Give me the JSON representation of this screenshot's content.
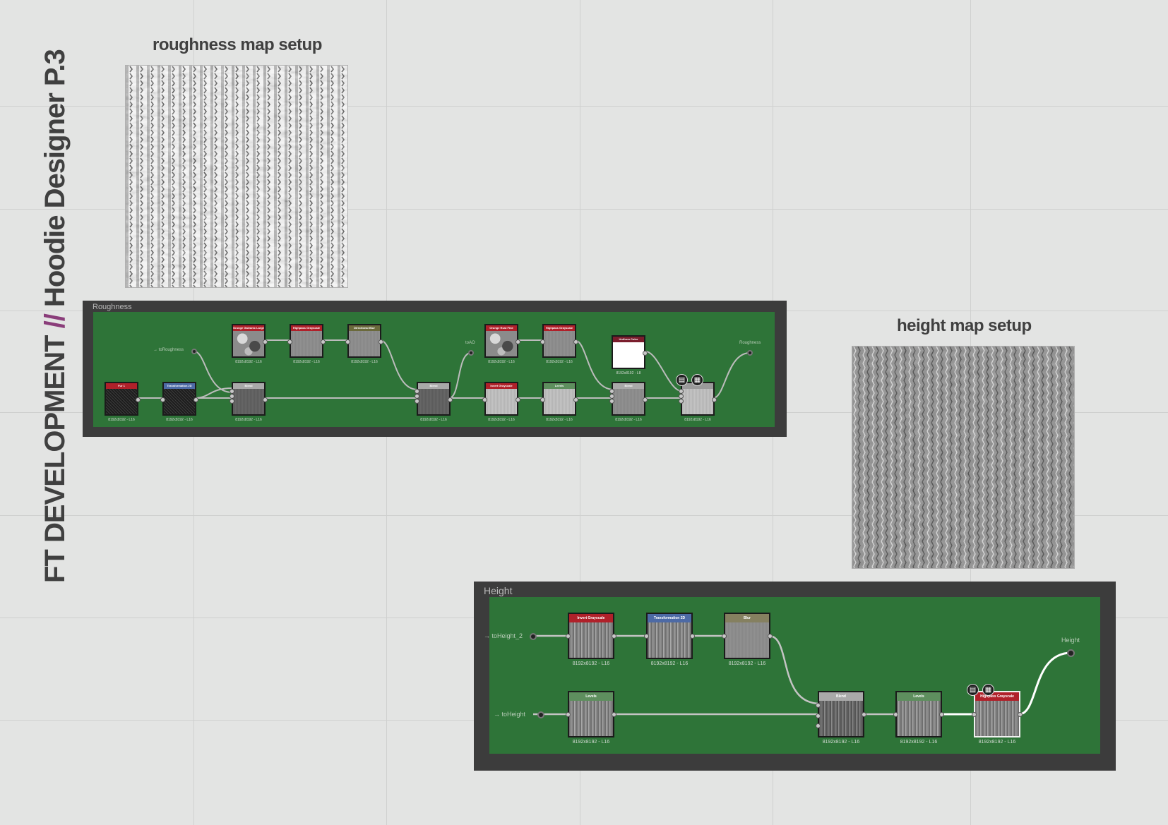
{
  "page": {
    "title_left": "FT DEVELOPMENT",
    "title_separator": "//",
    "title_right": "Hoodie Designer P.3",
    "accent_color": "#8a3d7a"
  },
  "roughness_map": {
    "label": "roughness map setup"
  },
  "height_map": {
    "label": "height map setup"
  },
  "roughness_graph": {
    "title": "Roughness",
    "input_label": "→ toRoughness",
    "ao_label": "toAO",
    "output_label": "Roughness",
    "nodes": [
      {
        "id": "fur1",
        "title": "Fur 1",
        "res": "8192x8192 - L16",
        "header_color": "#b0212a",
        "thumb": "noise_dark"
      },
      {
        "id": "transform",
        "title": "Transformation 2D",
        "res": "8192x8192 - L16",
        "header_color": "#4d6aa5",
        "thumb": "noise_dark"
      },
      {
        "id": "grunge",
        "title": "Grunge Galvanic Large",
        "res": "8192x8192 - L16",
        "header_color": "#b0212a",
        "thumb": "grunge"
      },
      {
        "id": "highpass1",
        "title": "Highpass Grayscale",
        "res": "8192x8192 - L16",
        "header_color": "#b0212a",
        "thumb": "flat_gray"
      },
      {
        "id": "directional",
        "title": "Directional Blur",
        "res": "8192x8192 - L16",
        "header_color": "#6b6a3c",
        "thumb": "flat_gray"
      },
      {
        "id": "blend1",
        "title": "Blend",
        "res": "8192x8192 - L16",
        "header_color": "#a9a9a9",
        "thumb": "flat_dark"
      },
      {
        "id": "blend2",
        "title": "Blend",
        "res": "8192x8192 - L16",
        "header_color": "#a9a9a9",
        "thumb": "flat_dark"
      },
      {
        "id": "grunge2",
        "title": "Grunge Rust Fine",
        "res": "8192x8192 - L16",
        "header_color": "#b0212a",
        "thumb": "grunge"
      },
      {
        "id": "highpass2",
        "title": "Highpass Grayscale",
        "res": "8192x8192 - L16",
        "header_color": "#b0212a",
        "thumb": "flat_gray"
      },
      {
        "id": "invert",
        "title": "Invert Grayscale",
        "res": "8192x8192 - L16",
        "header_color": "#b0212a",
        "thumb": "flat_light"
      },
      {
        "id": "levels",
        "title": "Levels",
        "res": "8192x8192 - L16",
        "header_color": "#5e8f5e",
        "thumb": "flat_light"
      },
      {
        "id": "uniform",
        "title": "Uniform Color",
        "res": "8192x8192 - L8",
        "header_color": "#7a1d2c",
        "thumb": "white"
      },
      {
        "id": "blend3",
        "title": "Blend",
        "res": "8192x8192 - L16",
        "header_color": "#a9a9a9",
        "thumb": "flat_gray"
      },
      {
        "id": "final",
        "title": "",
        "res": "8192x8192 - L16",
        "header_color": "#9a9a9a",
        "thumb": "flat_light"
      }
    ]
  },
  "height_graph": {
    "title": "Height",
    "input_a": "→ toHeight_2",
    "input_b": "→ toHeight",
    "output_label": "Height",
    "nodes": [
      {
        "id": "invert",
        "title": "Invert Grayscale",
        "res": "8192x8192 - L16",
        "header_color": "#b0212a",
        "thumb": "stripes"
      },
      {
        "id": "transform",
        "title": "Transformation 2D",
        "res": "8192x8192 - L16",
        "header_color": "#4d6aa5",
        "thumb": "stripes"
      },
      {
        "id": "blur",
        "title": "Blur",
        "res": "8192x8192 - L16",
        "header_color": "#858060",
        "thumb": "flat_gray"
      },
      {
        "id": "levels1",
        "title": "Levels",
        "res": "8192x8192 - L16",
        "header_color": "#5e8f5e",
        "thumb": "stripes"
      },
      {
        "id": "blend",
        "title": "Blend",
        "res": "8192x8192 - L16",
        "header_color": "#a9a9a9",
        "thumb": "stripes_dark"
      },
      {
        "id": "levels2",
        "title": "Levels",
        "res": "8192x8192 - L16",
        "header_color": "#5e8f5e",
        "thumb": "stripes"
      },
      {
        "id": "highpass",
        "title": "Highpass Grayscale",
        "res": "8192x8192 - L16",
        "header_color": "#b0212a",
        "thumb": "stripes"
      }
    ]
  }
}
